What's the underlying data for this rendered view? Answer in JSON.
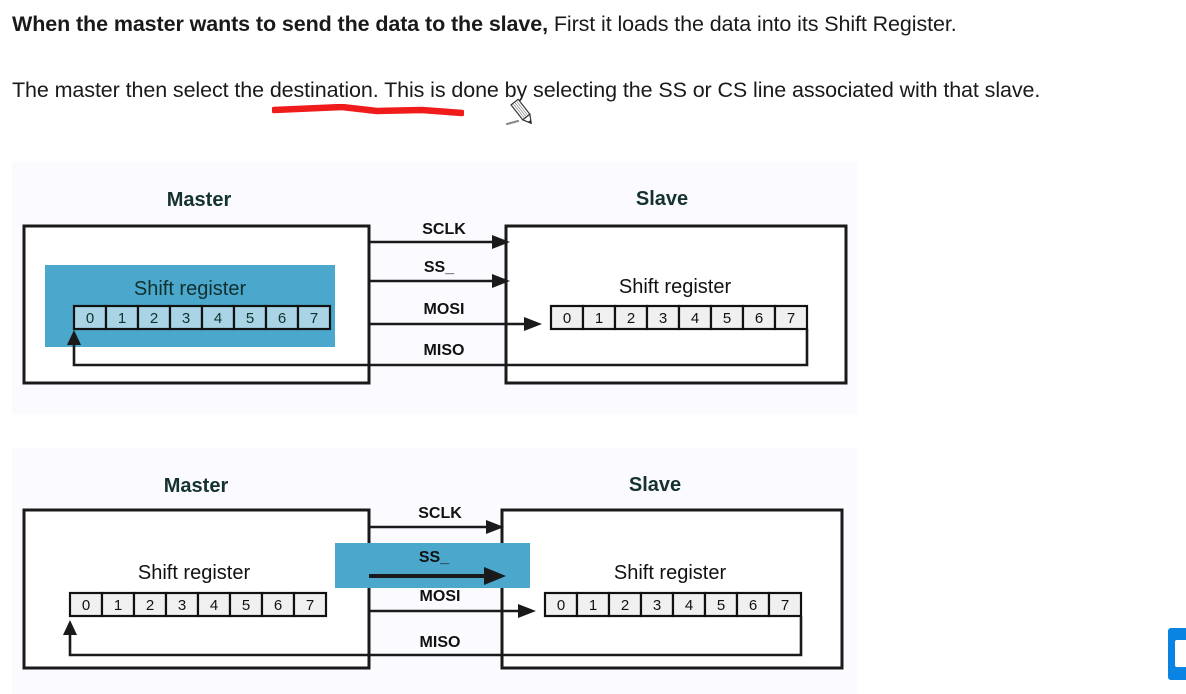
{
  "slide": {
    "paragraph_1": {
      "bold_part": "When the master wants to send the data to the slave,",
      "rest_part": " First it loads the data into its Shift Register."
    },
    "paragraph_2": "The master then select the destination. This is done by selecting the SS or CS line associated with that slave."
  },
  "annotations": {
    "underline_color": "#f01c1c",
    "cursor_icon": "pencil-cursor"
  },
  "colors": {
    "highlight_blue": "#4ba7cc",
    "panel_background": "#fbfaff",
    "diagram_stroke": "#1a1a1a",
    "register_cell_fill": "#f0f0f0",
    "widget_blue": "#0984e3"
  },
  "diagram_1": {
    "caption_master": "Master",
    "caption_slave": "Slave",
    "master": {
      "register_title": "Shift register",
      "register_cells": [
        "0",
        "1",
        "2",
        "3",
        "4",
        "5",
        "6",
        "7"
      ],
      "register_highlighted": true
    },
    "slave": {
      "register_title": "Shift register",
      "register_cells": [
        "0",
        "1",
        "2",
        "3",
        "4",
        "5",
        "6",
        "7"
      ],
      "register_highlighted": false
    },
    "signals": [
      {
        "label": "SCLK",
        "direction": "master-to-slave",
        "highlighted": false
      },
      {
        "label": "SS_",
        "direction": "master-to-slave",
        "highlighted": false
      },
      {
        "label": "MOSI",
        "direction": "master-to-slave",
        "highlighted": false
      },
      {
        "label": "MISO",
        "direction": "slave-to-master",
        "highlighted": false
      }
    ]
  },
  "diagram_2": {
    "caption_master": "Master",
    "caption_slave": "Slave",
    "master": {
      "register_title": "Shift register",
      "register_cells": [
        "0",
        "1",
        "2",
        "3",
        "4",
        "5",
        "6",
        "7"
      ],
      "register_highlighted": false
    },
    "slave": {
      "register_title": "Shift register",
      "register_cells": [
        "0",
        "1",
        "2",
        "3",
        "4",
        "5",
        "6",
        "7"
      ],
      "register_highlighted": false
    },
    "signals": [
      {
        "label": "SCLK",
        "direction": "master-to-slave",
        "highlighted": false
      },
      {
        "label": "SS_",
        "direction": "master-to-slave",
        "highlighted": true
      },
      {
        "label": "MOSI",
        "direction": "master-to-slave",
        "highlighted": false
      },
      {
        "label": "MISO",
        "direction": "slave-to-master",
        "highlighted": false
      }
    ]
  }
}
